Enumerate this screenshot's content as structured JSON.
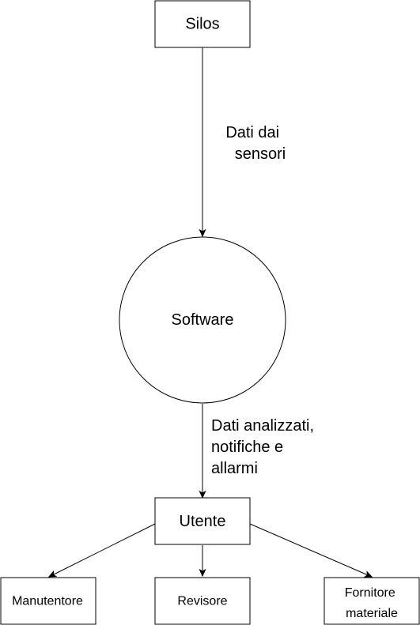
{
  "nodes": {
    "silos": "Silos",
    "software": "Software",
    "utente": "Utente",
    "manutentore": "Manutentore",
    "revisore": "Revisore",
    "fornitore": [
      "Fornitore",
      "materiale"
    ]
  },
  "edges": {
    "silos_to_software": [
      "Dati dai",
      "sensori"
    ],
    "software_to_utente": [
      "Dati analizzati,",
      "notifiche e",
      "allarmi"
    ]
  },
  "colors": {
    "stroke": "#000000",
    "fill": "#ffffff",
    "text": "#000000"
  }
}
